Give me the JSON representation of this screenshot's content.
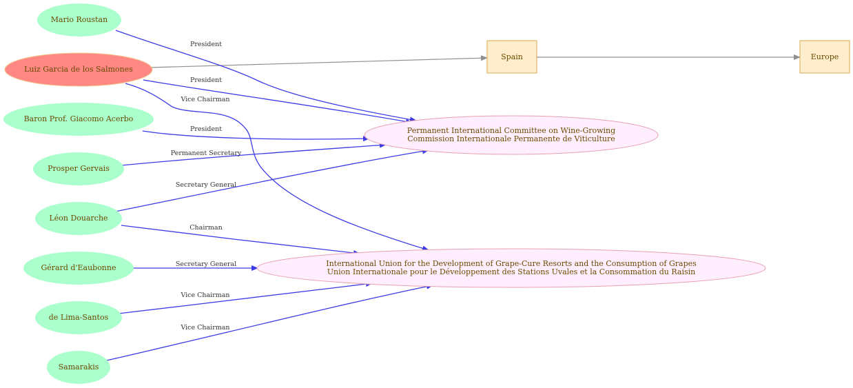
{
  "colors": {
    "person_fill": "#aaffcc",
    "person_highlight_fill": "#ff8884",
    "org_fill": "#ffeefe",
    "org_stroke": "#e8a0b0",
    "place_fill": "#ffeecc",
    "place_stroke": "#d8a850",
    "relation_edge": "#3b3be6",
    "location_edge": "#909090",
    "label_text": "#6b4a00"
  },
  "people": [
    {
      "id": "roustan",
      "label": "Mario Roustan"
    },
    {
      "id": "salmones",
      "label": "Luiz Garcia de los Salmones",
      "highlighted": true
    },
    {
      "id": "acerbo",
      "label": "Baron Prof. Giacomo Acerbo"
    },
    {
      "id": "gervais",
      "label": "Prosper Gervais"
    },
    {
      "id": "douarche",
      "label": "Léon Douarche"
    },
    {
      "id": "eaubonne",
      "label": "Gérard d'Eaubonne"
    },
    {
      "id": "limasantos",
      "label": "de Lima-Santos"
    },
    {
      "id": "samarakis",
      "label": "Samarakis"
    }
  ],
  "organizations": [
    {
      "id": "wine",
      "lines": [
        "Permanent International Committee on Wine-Growing",
        "Commission Internationale Permanente de Viticulture"
      ]
    },
    {
      "id": "grape",
      "lines": [
        "International Union for the Development of Grape-Cure Resorts and the Consumption of Grapes",
        "Union Internationale pour le Développement des Stations Uvales et la Consommation du Raisin"
      ]
    }
  ],
  "places": [
    {
      "id": "spain",
      "label": "Spain"
    },
    {
      "id": "europe",
      "label": "Europe"
    }
  ],
  "relations": [
    {
      "from": "roustan",
      "to": "wine",
      "label": "President"
    },
    {
      "from": "salmones",
      "to": "wine",
      "label": "President"
    },
    {
      "from": "salmones",
      "to": "grape",
      "label": "Vice Chairman"
    },
    {
      "from": "acerbo",
      "to": "wine",
      "label": "President"
    },
    {
      "from": "gervais",
      "to": "wine",
      "label": "Permanent Secretary"
    },
    {
      "from": "douarche",
      "to": "wine",
      "label": "Secretary General"
    },
    {
      "from": "douarche",
      "to": "grape",
      "label": "Chairman"
    },
    {
      "from": "eaubonne",
      "to": "grape",
      "label": "Secretary General"
    },
    {
      "from": "limasantos",
      "to": "grape",
      "label": "Vice Chairman"
    },
    {
      "from": "samarakis",
      "to": "grape",
      "label": "Vice Chairman"
    }
  ],
  "location_links": [
    {
      "from": "salmones",
      "to": "spain"
    },
    {
      "from": "spain",
      "to": "europe"
    }
  ]
}
